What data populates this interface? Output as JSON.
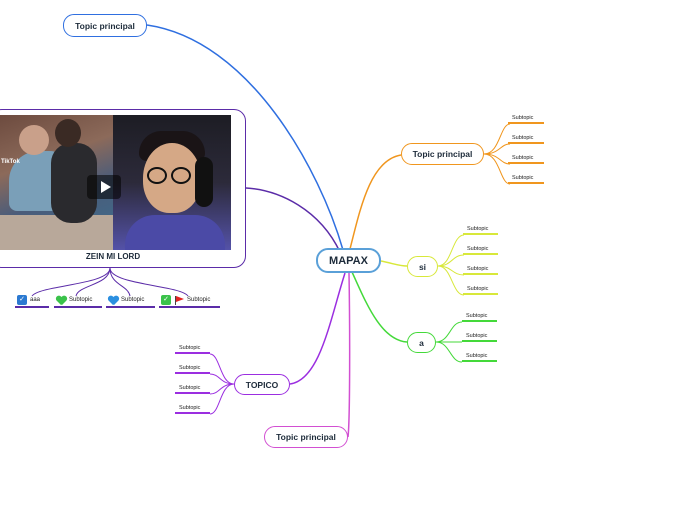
{
  "map": {
    "central": "MAPAX",
    "colors": {
      "blue": "#2f6fe0",
      "purple": "#5b2ca8",
      "orange": "#f0961e",
      "yellow": "#d8e83a",
      "green": "#44d93a",
      "violet": "#9b2ee0",
      "magenta": "#d24fd2"
    },
    "topics": {
      "top_left": "Topic principal",
      "right_orange": "Topic principal",
      "right_si": "si",
      "right_a": "a",
      "left_topico": "TOPICO",
      "bottom": "Topic principal"
    },
    "subtopics": {
      "orange": [
        "Subtopic",
        "Subtopic",
        "Subtopic",
        "Subtopic"
      ],
      "si": [
        "Subtopic",
        "Subtopic",
        "Subtopic",
        "Subtopic"
      ],
      "a": [
        "Subtopic",
        "Subtopic",
        "Subtopic"
      ],
      "topico": [
        "Subtopic",
        "Subtopic",
        "Subtopic",
        "Subtopic"
      ]
    },
    "media_card": {
      "title": "ZEIN MI LORD",
      "watermark": "TikTok",
      "markers": [
        {
          "icon": "blue-check-icon",
          "label": "aaa"
        },
        {
          "icon": "green-heart-icon",
          "label": "Subtopic"
        },
        {
          "icon": "blue-heart-icon",
          "label": "Subtopic"
        },
        {
          "icon": "green-check-red-flag-icon",
          "label": "Subtopic"
        }
      ]
    }
  }
}
